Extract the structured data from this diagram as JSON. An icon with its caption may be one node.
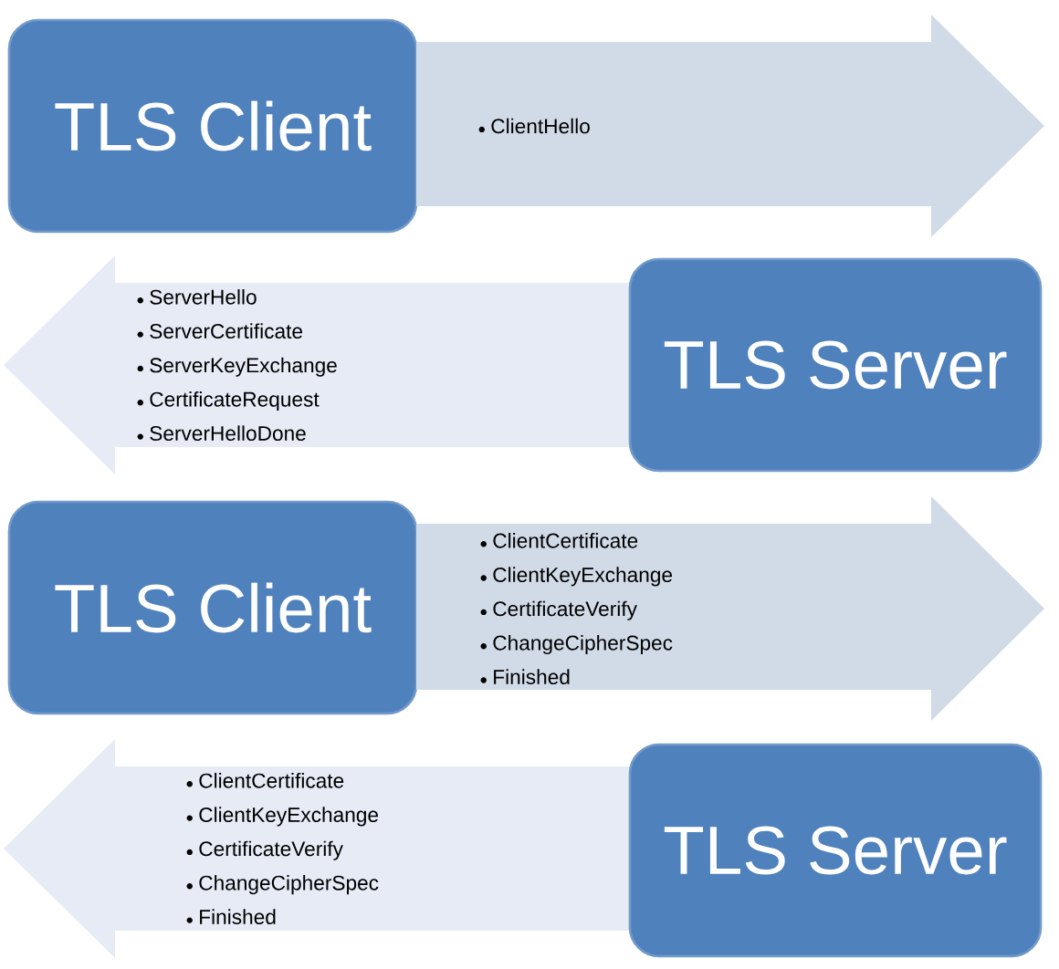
{
  "diagram": {
    "nodes": [
      {
        "text": [
          "TLS Client"
        ]
      },
      {
        "text": [
          "ClientHello"
        ]
      },
      {
        "text": [
          "ServerHello",
          "ServerCertificate",
          "ServerKeyExchange",
          "CertificateRequest",
          "ServerHelloDone"
        ]
      },
      {
        "text": [
          "TLS Server"
        ]
      },
      {
        "text": [
          "TLS Client"
        ]
      },
      {
        "text": [
          "ClientCertificate",
          "ClientKeyExchange",
          "CertificateVerify",
          "ChangeCipherSpec",
          "Finished"
        ]
      },
      {
        "text": [
          "ClientCertificate",
          "ClientKeyExchange",
          "CertificateVerify",
          "ChangeCipherSpec",
          "Finished"
        ]
      },
      {
        "text": [
          "TLS Server"
        ]
      }
    ]
  }
}
